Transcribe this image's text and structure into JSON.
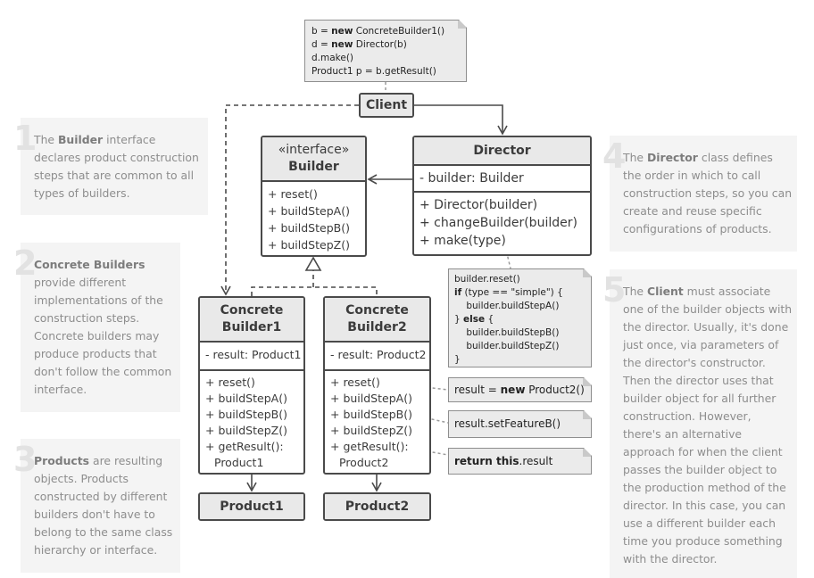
{
  "client_note": {
    "lines": [
      {
        "pre": "b = ",
        "kw": "new",
        "post": " ConcreteBuilder1()"
      },
      {
        "pre": "d = ",
        "kw": "new",
        "post": " Director(b)"
      },
      {
        "pre": "d.make()",
        "kw": "",
        "post": ""
      },
      {
        "pre": "Product1 p = b.getResult()",
        "kw": "",
        "post": ""
      }
    ]
  },
  "client": {
    "name": "Client"
  },
  "builder": {
    "stereotype": "«interface»",
    "name": "Builder",
    "methods": [
      "+ reset()",
      "+ buildStepA()",
      "+ buildStepB()",
      "+ buildStepZ()"
    ]
  },
  "director": {
    "name": "Director",
    "fields": [
      "- builder: Builder"
    ],
    "methods": [
      "+ Director(builder)",
      "+ changeBuilder(builder)",
      "+ make(type)"
    ]
  },
  "make_note": {
    "lines": [
      {
        "pre": "builder.reset()",
        "kw": "",
        "post": ""
      },
      {
        "pre": "",
        "kw": "if",
        "post": " (type == \"simple\") {"
      },
      {
        "pre": "    builder.buildStepA()",
        "kw": "",
        "post": ""
      },
      {
        "pre": "} ",
        "kw": "else",
        "post": " {"
      },
      {
        "pre": "    builder.buildStepB()",
        "kw": "",
        "post": ""
      },
      {
        "pre": "    builder.buildStepZ()",
        "kw": "",
        "post": ""
      },
      {
        "pre": "}",
        "kw": "",
        "post": ""
      }
    ]
  },
  "concrete1": {
    "name_line1": "Concrete",
    "name_line2": "Builder1",
    "fields": [
      "- result: Product1"
    ],
    "methods": [
      "+ reset()",
      "+ buildStepA()",
      "+ buildStepB()",
      "+ buildStepZ()",
      "+ getResult():",
      "  Product1"
    ]
  },
  "concrete2": {
    "name_line1": "Concrete",
    "name_line2": "Builder2",
    "fields": [
      "- result: Product2"
    ],
    "methods": [
      "+ reset()",
      "+ buildStepA()",
      "+ buildStepB()",
      "+ buildStepZ()",
      "+ getResult():",
      "  Product2"
    ]
  },
  "reset_note": {
    "pre": "result = ",
    "kw": "new",
    "post": " Product2()"
  },
  "stepb_note": {
    "pre": "result.setFeatureB()",
    "kw": "",
    "post": ""
  },
  "getresult_note": {
    "pre": "",
    "kw": "return this",
    "post": ".result"
  },
  "product1": {
    "name": "Product1"
  },
  "product2": {
    "name": "Product2"
  },
  "notes": [
    {
      "num": "1",
      "parts": [
        {
          "t": "The ",
          "b": false
        },
        {
          "t": "Builder",
          "b": true
        },
        {
          "t": " interface declares product construction steps that are common to all types of builders.",
          "b": false
        }
      ]
    },
    {
      "num": "2",
      "parts": [
        {
          "t": "Concrete Builders",
          "b": true
        },
        {
          "t": " provide different implementations of the construction steps. Concrete builders may produce products that don't follow the common interface.",
          "b": false
        }
      ]
    },
    {
      "num": "3",
      "parts": [
        {
          "t": "Products",
          "b": true
        },
        {
          "t": " are resulting objects. Products constructed by different builders don't have to belong to the same class hierarchy or interface.",
          "b": false
        }
      ]
    },
    {
      "num": "4",
      "parts": [
        {
          "t": "The ",
          "b": false
        },
        {
          "t": "Director",
          "b": true
        },
        {
          "t": " class defines the order in which to call construction steps, so you can create and reuse specific configurations of products.",
          "b": false
        }
      ]
    },
    {
      "num": "5",
      "parts": [
        {
          "t": "The ",
          "b": false
        },
        {
          "t": "Client",
          "b": true
        },
        {
          "t": " must associate one of the builder objects with the director. Usually, it's done just once, via parameters of the director's constructor. Then the director uses that builder object for all further construction. However, there's an alternative approach for when the client passes the builder object to the production method of the director. In this case, you can use a different builder each time you produce something with the director.",
          "b": false
        }
      ]
    }
  ]
}
